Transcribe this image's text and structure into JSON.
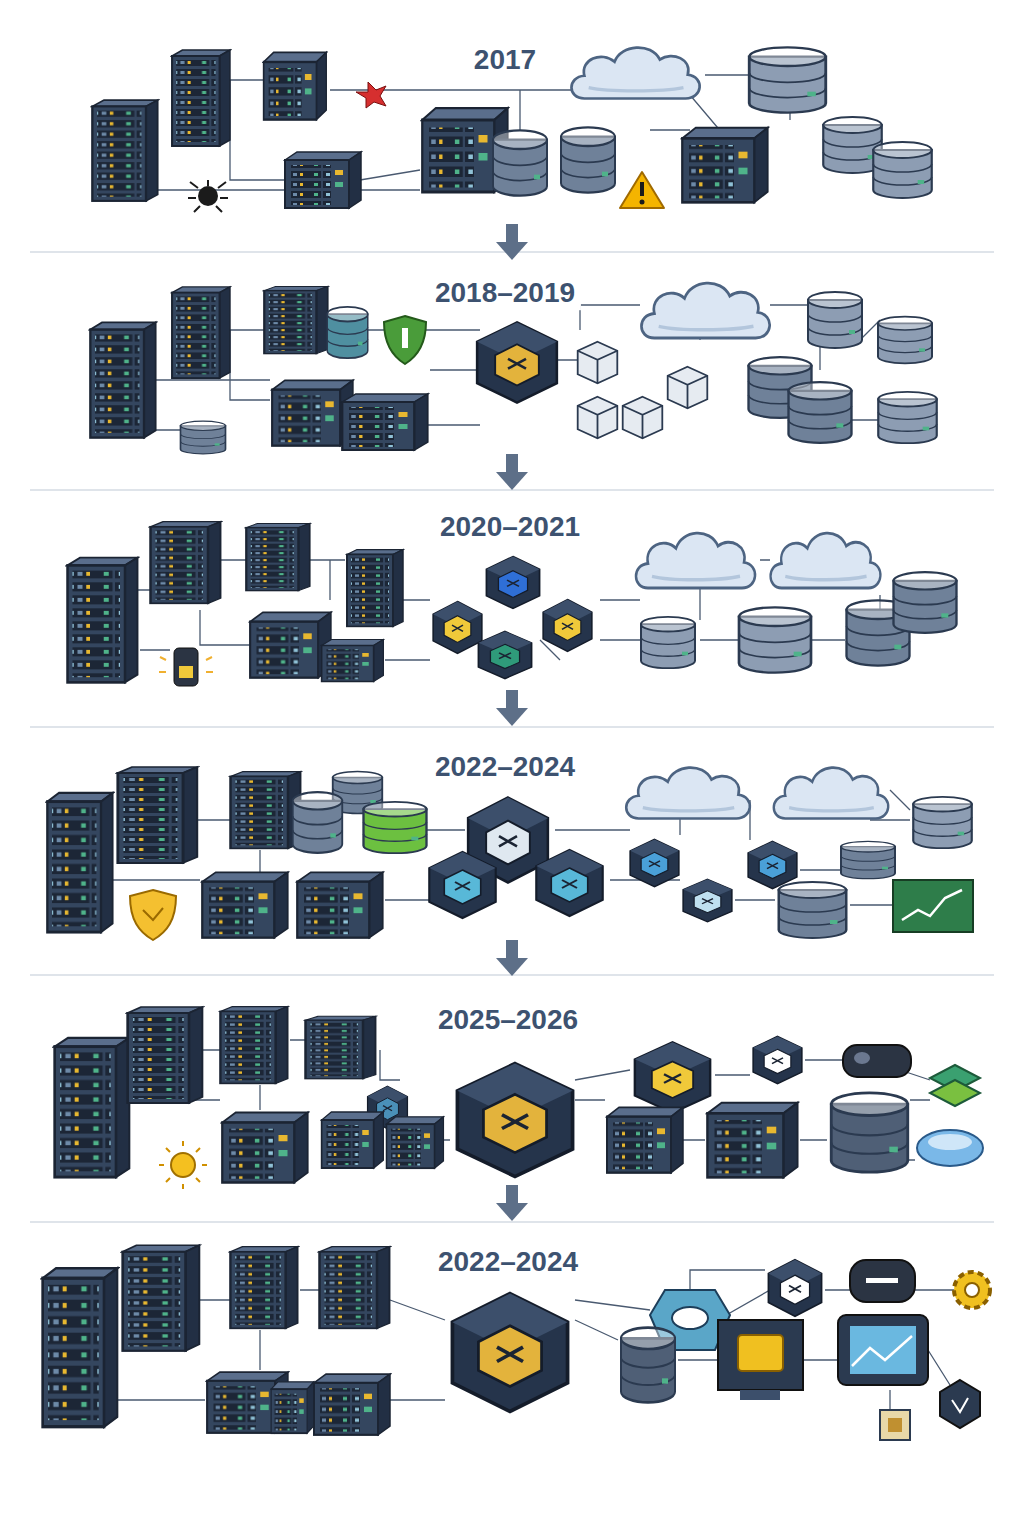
{
  "diagram": {
    "labels": [
      "2017",
      "2018–2019",
      "2020–2021",
      "2022–2024",
      "2025–2026",
      "2022–2024"
    ]
  }
}
